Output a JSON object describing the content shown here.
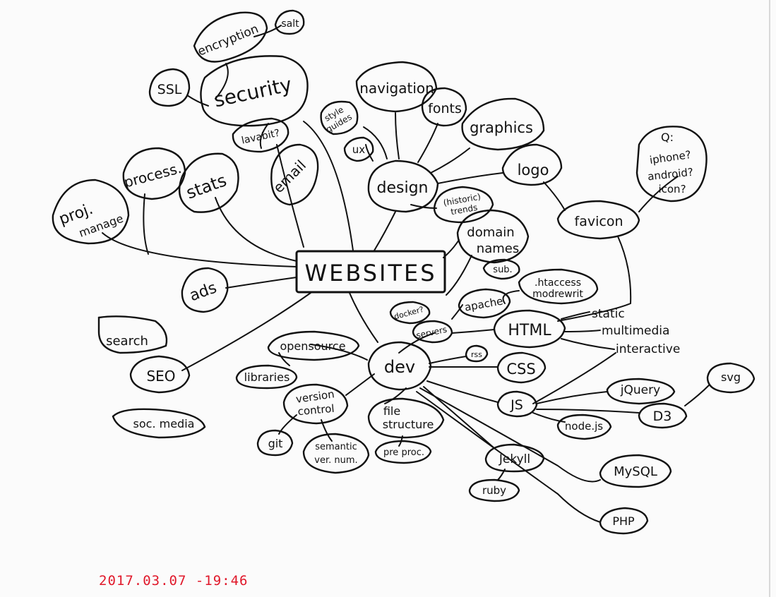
{
  "central": "WEBSITES",
  "topics": {
    "security": "security",
    "encryption": "encryption",
    "salt": "salt",
    "ssl": "SSL",
    "lavabit": "lavabit?",
    "email": "email",
    "stats": "stats",
    "process": "process.",
    "proj_manage": [
      "proj.",
      "manage"
    ],
    "ads": "ads",
    "search": "search",
    "seo": "SEO",
    "soc_media": "soc. media",
    "design": "design",
    "ux": "ux",
    "style_guides": [
      "style",
      "guides"
    ],
    "navigation": "navigation",
    "fonts": "fonts",
    "graphics": "graphics",
    "logo": "logo",
    "favicon": "favicon",
    "favicon_q": [
      "Q:",
      "iphone?",
      "android?",
      "icon?"
    ],
    "historic_trends": [
      "(historic)",
      "trends"
    ],
    "domain_names": [
      "domain",
      "names"
    ],
    "sub": "sub.",
    "htaccess": [
      ".htaccess",
      "modrewrit"
    ],
    "docker": "docker?",
    "apache": "apache",
    "servers": "servers",
    "html": "HTML",
    "static": "static",
    "multimedia": "multimedia",
    "interactive": "interactive",
    "opensource": "opensource",
    "libraries": "libraries",
    "dev": "dev",
    "rss": "rss",
    "css": "CSS",
    "js": "JS",
    "jquery": "jQuery",
    "svg": "svg",
    "d3": "D3",
    "nodejs": "node.js",
    "version_control": [
      "version",
      "control"
    ],
    "git": "git",
    "semantic_ver": [
      "semantic",
      "ver. num."
    ],
    "file_structure": [
      "file",
      "structure"
    ],
    "preproc": "pre proc.",
    "jekyll": "Jekyll",
    "ruby": "ruby",
    "mysql": "MySQL",
    "php": "PHP"
  },
  "timestamp": "2017.03.07 -19:46",
  "colors": {
    "ink": "#111111",
    "paper": "#fbfbfb",
    "stamp": "#e0182a"
  }
}
